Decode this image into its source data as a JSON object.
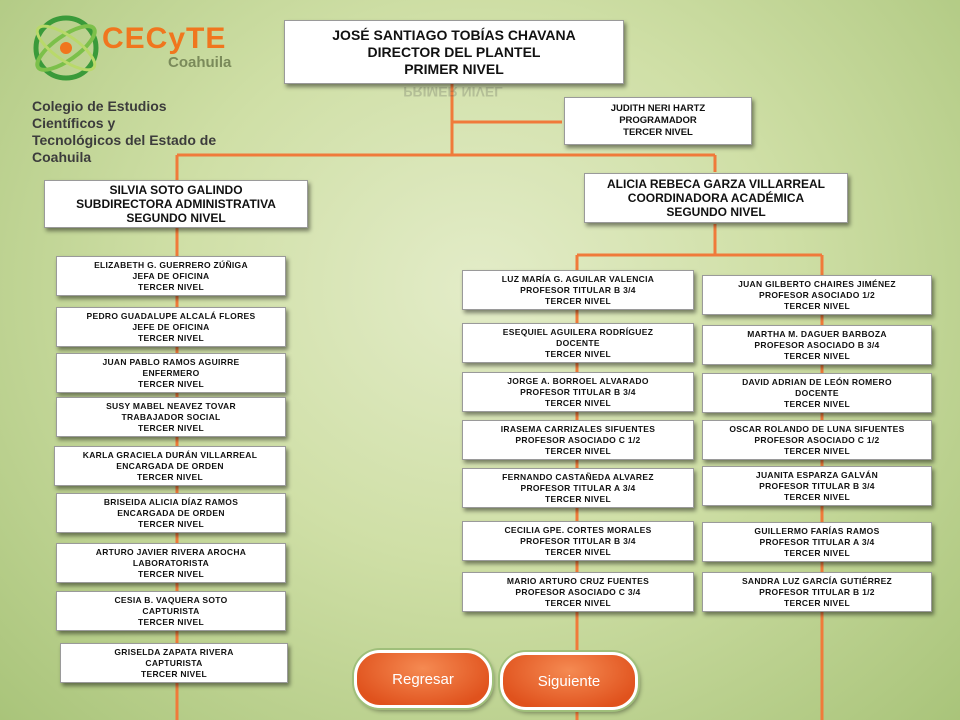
{
  "logo": {
    "name": "CECyTE",
    "region": "Coahuila",
    "line1": "Colegio de Estudios Científicos y",
    "line2": "Tecnológicos del Estado de Coahuila"
  },
  "director": {
    "l1": "JOSÉ SANTIAGO TOBÍAS CHAVANA",
    "l2": "DIRECTOR DEL PLANTEL",
    "l3": "PRIMER NIVEL"
  },
  "programmer": {
    "l1": "JUDITH NERI HARTZ",
    "l2": "PROGRAMADOR",
    "l3": "TERCER NIVEL"
  },
  "admin_head": {
    "l1": "SILVIA SOTO GALINDO",
    "l2": "SUBDIRECTORA ADMINISTRATIVA",
    "l3": "SEGUNDO NIVEL"
  },
  "academic_head": {
    "l1": "ALICIA REBECA GARZA VILLARREAL",
    "l2": "COORDINADORA ACADÉMICA",
    "l3": "SEGUNDO NIVEL"
  },
  "admin_staff": [
    {
      "l1": "ELIZABETH G. GUERRERO ZÚÑIGA",
      "l2": "JEFA DE OFICINA",
      "l3": "TERCER NIVEL"
    },
    {
      "l1": "PEDRO GUADALUPE ALCALÁ FLORES",
      "l2": "JEFE DE OFICINA",
      "l3": "TERCER NIVEL"
    },
    {
      "l1": "JUAN PABLO RAMOS AGUIRRE",
      "l2": "ENFERMERO",
      "l3": "TERCER NIVEL"
    },
    {
      "l1": "SUSY MABEL NEAVEZ TOVAR",
      "l2": "TRABAJADOR SOCIAL",
      "l3": "TERCER NIVEL"
    },
    {
      "l1": "KARLA GRACIELA DURÁN VILLARREAL",
      "l2": "ENCARGADA DE ORDEN",
      "l3": "TERCER NIVEL"
    },
    {
      "l1": "BRISEIDA ALICIA DÍAZ RAMOS",
      "l2": "ENCARGADA DE ORDEN",
      "l3": "TERCER NIVEL"
    },
    {
      "l1": "ARTURO JAVIER RIVERA  AROCHA",
      "l2": "LABORATORISTA",
      "l3": "TERCER NIVEL"
    },
    {
      "l1": "CESIA B. VAQUERA  SOTO",
      "l2": "CAPTURISTA",
      "l3": "TERCER NIVEL"
    },
    {
      "l1": "GRISELDA ZAPATA  RIVERA",
      "l2": "CAPTURISTA",
      "l3": "TERCER NIVEL"
    }
  ],
  "academic_left": [
    {
      "l1": "LUZ MARÍA G.  AGUILAR VALENCIA",
      "l2": "PROFESOR TITULAR B 3/4",
      "l3": "TERCER NIVEL"
    },
    {
      "l1": "ESEQUIEL AGUILERA RODRÍGUEZ",
      "l2": "DOCENTE",
      "l3": "TERCER NIVEL"
    },
    {
      "l1": "JORGE A. BORROEL ALVARADO",
      "l2": "PROFESOR TITULAR B 3/4",
      "l3": "TERCER NIVEL"
    },
    {
      "l1": "IRASEMA CARRIZALES SIFUENTES",
      "l2": "PROFESOR ASOCIADO C 1/2",
      "l3": "TERCER NIVEL"
    },
    {
      "l1": "FERNANDO CASTAÑEDA ALVAREZ",
      "l2": "PROFESOR TITULAR A 3/4",
      "l3": "TERCER NIVEL"
    },
    {
      "l1": "CECILIA  GPE. CORTES MORALES",
      "l2": "PROFESOR TITULAR B 3/4",
      "l3": "TERCER NIVEL"
    },
    {
      "l1": "MARIO ARTURO CRUZ FUENTES",
      "l2": "PROFESOR ASOCIADO C 3/4",
      "l3": "TERCER NIVEL"
    }
  ],
  "academic_right": [
    {
      "l1": "JUAN GILBERTO CHAIRES JIMÉNEZ",
      "l2": "PROFESOR ASOCIADO 1/2",
      "l3": "TERCER NIVEL"
    },
    {
      "l1": "MARTHA M. DAGUER  BARBOZA",
      "l2": "PROFESOR ASOCIADO B 3/4",
      "l3": "TERCER NIVEL"
    },
    {
      "l1": "DAVID ADRIAN DE LEÓN ROMERO",
      "l2": "DOCENTE",
      "l3": "TERCER NIVEL"
    },
    {
      "l1": "OSCAR ROLANDO DE LUNA SIFUENTES",
      "l2": "PROFESOR ASOCIADO C 1/2",
      "l3": "TERCER NIVEL"
    },
    {
      "l1": "JUANITA ESPARZA  GALVÁN",
      "l2": "PROFESOR TITULAR B 3/4",
      "l3": "TERCER NIVEL"
    },
    {
      "l1": "GUILLERMO FARÍAS RAMOS",
      "l2": "PROFESOR TITULAR A 3/4",
      "l3": "TERCER NIVEL"
    },
    {
      "l1": "SANDRA LUZ GARCÍA GUTIÉRREZ",
      "l2": "PROFESOR TITULAR B 1/2",
      "l3": "TERCER NIVEL"
    }
  ],
  "buttons": {
    "back": "Regresar",
    "next": "Siguiente"
  },
  "colors": {
    "connector": "#f07a3a",
    "button": "#e0521d",
    "logo_orange": "#f0761e",
    "logo_green": "#3a9a3a"
  }
}
